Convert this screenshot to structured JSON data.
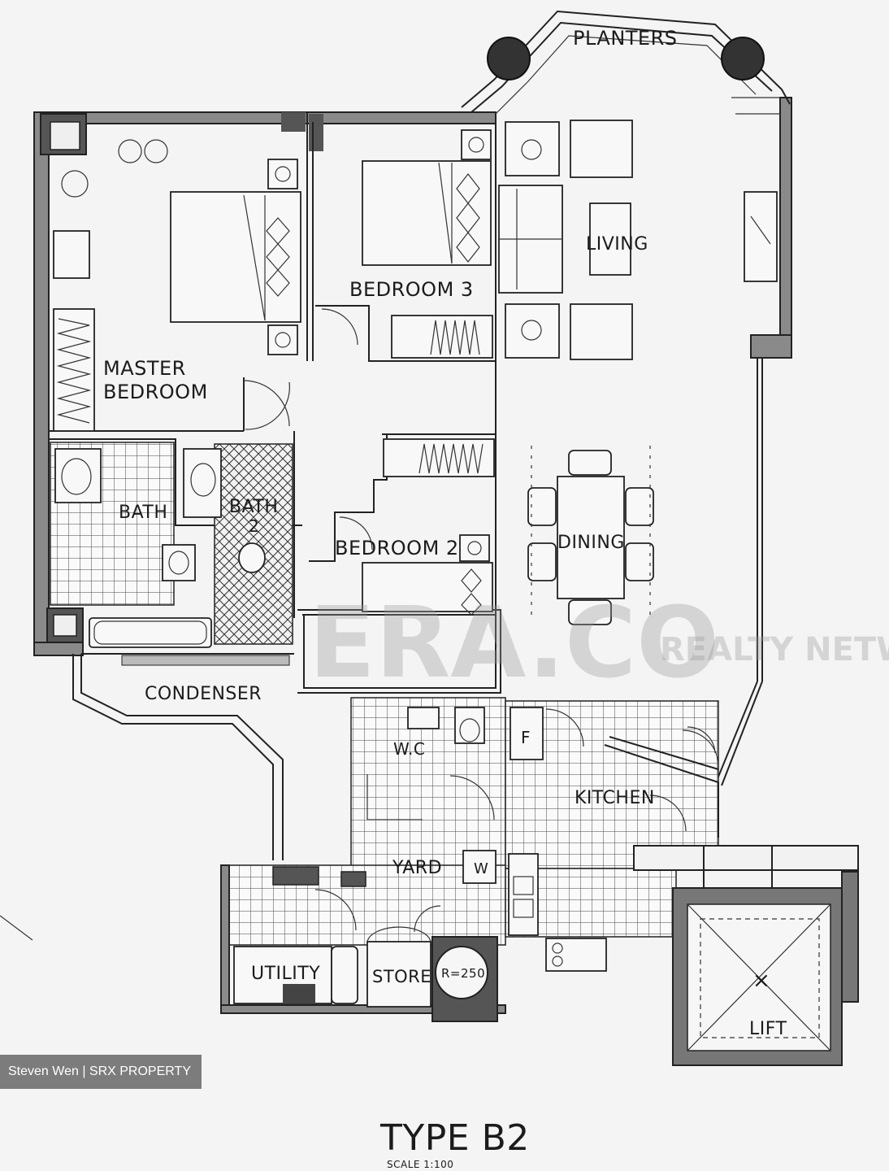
{
  "plan": {
    "rooms": {
      "planters": "PLANTERS",
      "living": "LIVING",
      "bedroom3": "BEDROOM 3",
      "master_line1": "MASTER",
      "master_line2": "BEDROOM",
      "bath": "BATH",
      "bath2_line1": "BATH",
      "bath2_line2": "2",
      "bedroom2": "BEDROOM 2",
      "dining": "DINING",
      "condenser": "CONDENSER",
      "wc": "W.C",
      "fridge": "F",
      "kitchen": "KITCHEN",
      "yard": "YARD",
      "washer": "W",
      "utility": "UTILITY",
      "store": "STORE",
      "refuse": "R=250",
      "lift": "LIFT",
      "lift_mark": "×"
    },
    "type_title": "TYPE  B2",
    "scale": "SCALE    1:100"
  },
  "watermark": {
    "brand": "ERA.CO",
    "sub": "REALTY NETWORK"
  },
  "credit": "Steven Wen | SRX PROPERTY"
}
